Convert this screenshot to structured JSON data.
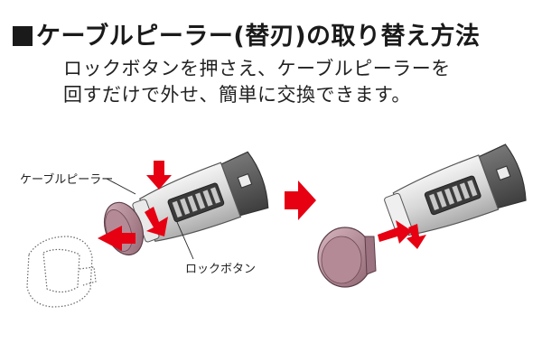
{
  "title": "ケーブルピーラー(替刃)の取り替え方法",
  "description": {
    "line1": "ロックボタンを押さえ、ケーブルピーラーを",
    "line2": "回すだけで外せ、簡単に交換できます。"
  },
  "labels": {
    "cable_peeler": "ケーブルピーラー",
    "lock_button": "ロックボタン"
  },
  "colors": {
    "text": "#1a1a1a",
    "arrow_red": "#e60012",
    "cap_mauve": "#b48a96",
    "body_gray": "#d9d9d9",
    "grip_dark": "#5a5a5a"
  }
}
